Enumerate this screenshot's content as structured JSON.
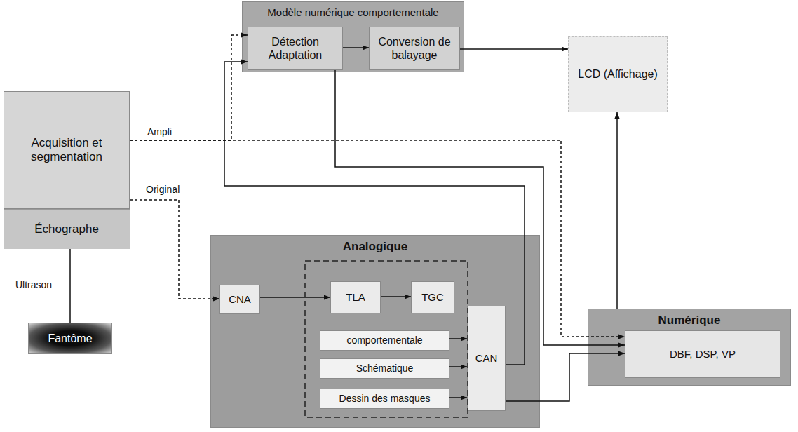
{
  "diagram": {
    "nodes": [
      {
        "text": [
          "Modèle numérique comportementale"
        ]
      },
      {
        "text": [
          "Détection Adaptation"
        ],
        "in": 0
      },
      {
        "text": [
          "Conversion de balayage"
        ],
        "in": 0
      },
      {
        "text": [
          "LCD (Affichage)"
        ]
      },
      {
        "text": [
          "Acquisition et segmentation"
        ]
      },
      {
        "text": [
          "Échographe"
        ]
      },
      {
        "text": [
          "Fantôme"
        ]
      },
      {
        "text": [
          "Analogique"
        ]
      },
      {
        "text": [
          "CNA"
        ],
        "in": 7
      },
      {
        "text": [
          "TLA"
        ],
        "in": 7
      },
      {
        "text": [
          "TGC"
        ],
        "in": 7
      },
      {
        "text": [
          "comportementale"
        ],
        "in": 7
      },
      {
        "text": [
          "Schématique"
        ],
        "in": 7
      },
      {
        "text": [
          "Dessin des masques"
        ],
        "in": 7
      },
      {
        "text": [
          "CAN"
        ],
        "in": 7
      },
      {
        "text": [
          "Numérique"
        ]
      },
      {
        "text": [
          "DBF, DSP, VP"
        ],
        "in": 15
      }
    ],
    "edges": [
      {
        "from": 4,
        "to": 1,
        "arrow": "to"
      },
      {
        "from": 4,
        "to": 16,
        "label": "Ampli",
        "arrow": "to"
      },
      {
        "from": 4,
        "to": 8,
        "label": "Original",
        "arrow": "to"
      },
      {
        "from": 5,
        "to": 6,
        "label": "Ultrason",
        "arrow": "none"
      },
      {
        "from": 1,
        "to": 2,
        "arrow": "to"
      },
      {
        "from": 2,
        "to": 3,
        "arrow": "to"
      },
      {
        "from": 8,
        "to": 9,
        "arrow": "to"
      },
      {
        "from": 9,
        "to": 10,
        "arrow": "to"
      },
      {
        "from": 11,
        "to": 14,
        "arrow": "to"
      },
      {
        "from": 12,
        "to": 14,
        "arrow": "to"
      },
      {
        "from": 13,
        "to": 14,
        "arrow": "to"
      },
      {
        "from": 14,
        "to": 1,
        "arrow": "to"
      },
      {
        "from": 1,
        "to": 16,
        "arrow": "to"
      },
      {
        "from": 14,
        "to": 16,
        "arrow": "to"
      },
      {
        "from": 15,
        "to": 3,
        "arrow": "to"
      }
    ]
  }
}
